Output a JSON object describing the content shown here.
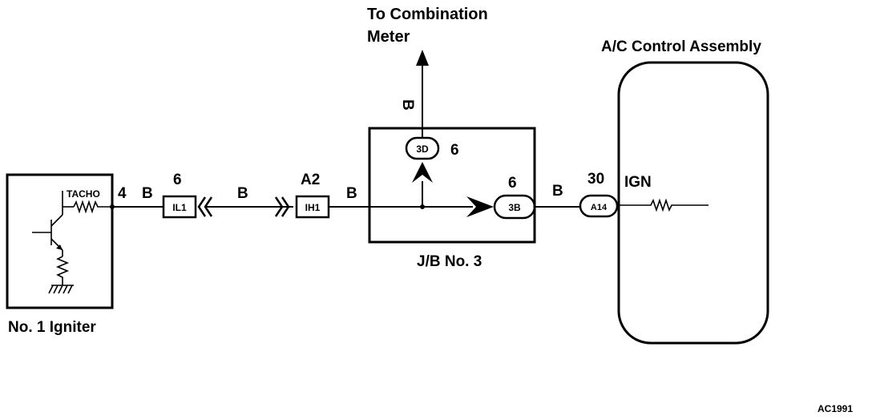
{
  "labels": {
    "combination_meter_line1": "To Combination",
    "combination_meter_line2": "Meter",
    "ac_control_assembly": "A/C Control Assembly",
    "igniter": "No. 1 Igniter",
    "tacho": "TACHO",
    "jb": "J/B No. 3",
    "ign": "IGN",
    "figure_code": "AC1991"
  },
  "wires": {
    "color_b": "B"
  },
  "pins": {
    "igniter_pin": "4",
    "il1_pin": "6",
    "ih1_pin": "A2",
    "d3_pin": "6",
    "b3_pin": "6",
    "a14_pin": "30"
  },
  "connectors": {
    "il1": "IL1",
    "ih1": "IH1",
    "d3": "3D",
    "b3": "3B",
    "a14": "A14"
  }
}
